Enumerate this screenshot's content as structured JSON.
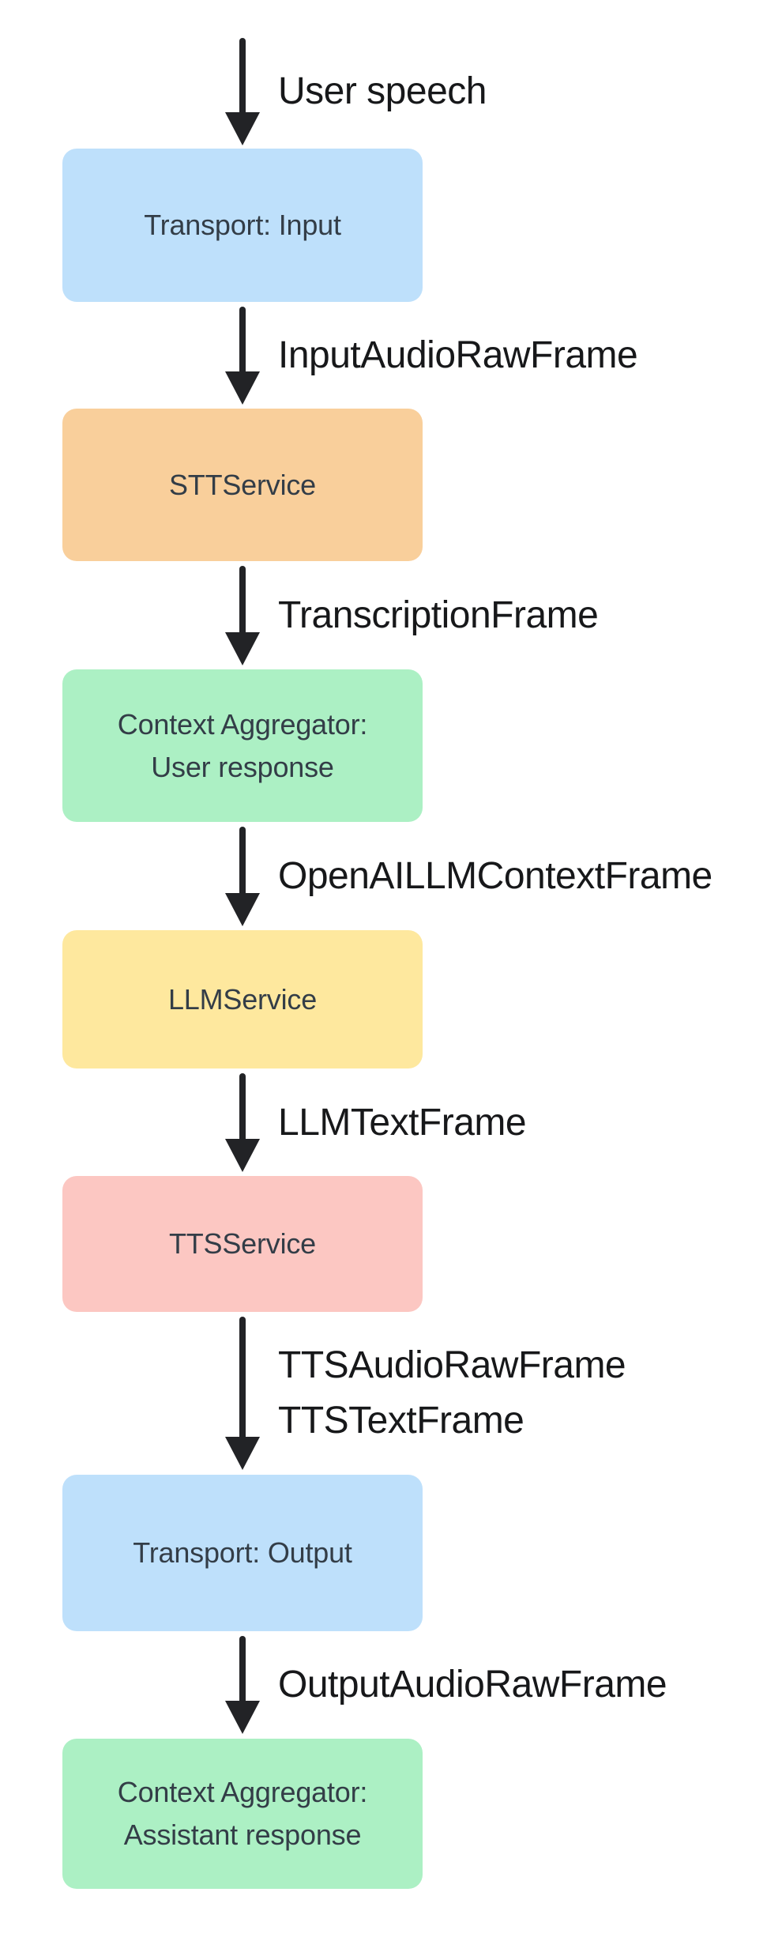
{
  "diagram": {
    "description": "Voice pipeline flow diagram",
    "colors": {
      "node_blue": "#BEE0FB",
      "node_orange": "#F9CF9B",
      "node_green": "#ACF0C4",
      "node_yellow": "#FEE89E",
      "node_pink": "#FCC7C2",
      "node_text": "#333D47",
      "edge_text": "#17181A",
      "arrow": "#222326",
      "background": "#FFFFFF"
    },
    "nodes": [
      {
        "id": "transport-input",
        "label": "Transport: Input",
        "color": "#BEE0FB"
      },
      {
        "id": "stt-service",
        "label": "STTService",
        "color": "#F9CF9B"
      },
      {
        "id": "context-aggregator-user",
        "label": "Context Aggregator:\nUser response",
        "color": "#ACF0C4"
      },
      {
        "id": "llm-service",
        "label": "LLMService",
        "color": "#FEE89E"
      },
      {
        "id": "tts-service",
        "label": "TTSService",
        "color": "#FCC7C2"
      },
      {
        "id": "transport-output",
        "label": "Transport: Output",
        "color": "#BEE0FB"
      },
      {
        "id": "context-aggregator-assistant",
        "label": "Context Aggregator:\nAssistant response",
        "color": "#ACF0C4"
      }
    ],
    "edges": [
      {
        "id": "user-speech",
        "label": "User speech"
      },
      {
        "id": "input-audio-raw-frame",
        "label": "InputAudioRawFrame"
      },
      {
        "id": "transcription-frame",
        "label": "TranscriptionFrame"
      },
      {
        "id": "openai-llm-context-frame",
        "label": "OpenAILLMContextFrame"
      },
      {
        "id": "llm-text-frame",
        "label": "LLMTextFrame"
      },
      {
        "id": "tts-frames",
        "label": "TTSAudioRawFrame\nTTSTextFrame"
      },
      {
        "id": "output-audio-raw-frame",
        "label": "OutputAudioRawFrame"
      }
    ]
  }
}
